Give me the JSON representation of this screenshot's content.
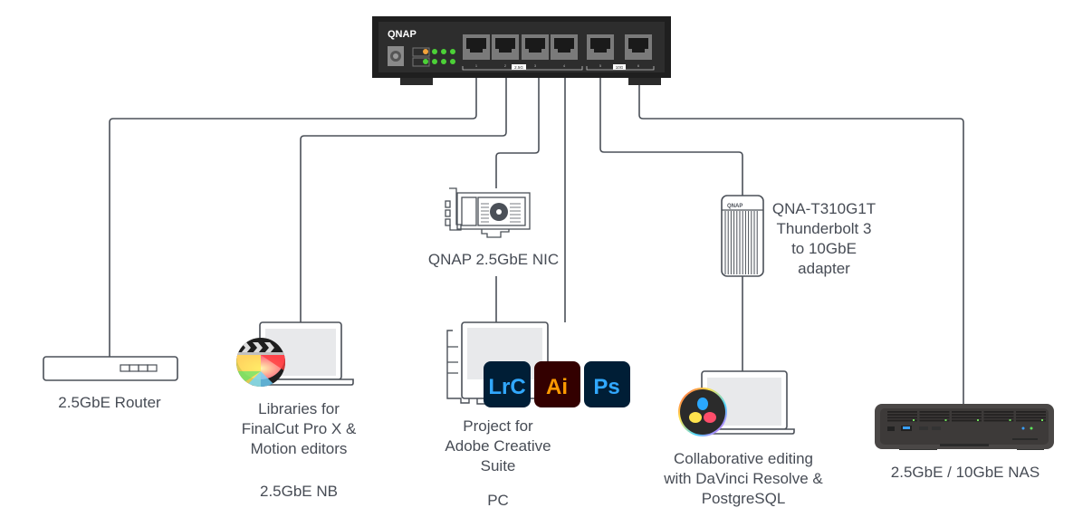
{
  "switch": {
    "brand": "QNAP",
    "ports": [
      "1",
      "2",
      "3",
      "4",
      "5",
      "6"
    ],
    "group_labels": [
      "2.5G",
      "10G"
    ],
    "led_colors": {
      "amber": "#f2a23a",
      "green": "#4cd137"
    }
  },
  "devices": {
    "router": {
      "label": "2.5GbE Router"
    },
    "notebook": {
      "lines": [
        "Libraries for",
        "FinalCut Pro X &",
        "Motion editors"
      ],
      "type_label": "2.5GbE NB"
    },
    "nic": {
      "label": "QNAP 2.5GbE NIC"
    },
    "pc": {
      "lines": [
        "Project for",
        "Adobe Creative",
        "Suite"
      ],
      "type_label": "PC",
      "apps": [
        "LrC",
        "Ai",
        "Ps"
      ]
    },
    "adapter": {
      "brand": "QNAP",
      "lines": [
        "QNA-T310G1T",
        "Thunderbolt 3",
        "to 10GbE",
        "adapter"
      ]
    },
    "mac": {
      "lines": [
        "Collaborative editing",
        "with DaVinci Resolve &",
        "PostgreSQL"
      ]
    },
    "nas": {
      "label": "2.5GbE / 10GbE NAS"
    }
  },
  "colors": {
    "line": "#4b5058",
    "lrc_bg": "#001e36",
    "lrc_fg": "#31a8ff",
    "ai_bg": "#330000",
    "ai_fg": "#ff9a00",
    "ps_bg": "#001e36",
    "ps_fg": "#31a8ff"
  }
}
